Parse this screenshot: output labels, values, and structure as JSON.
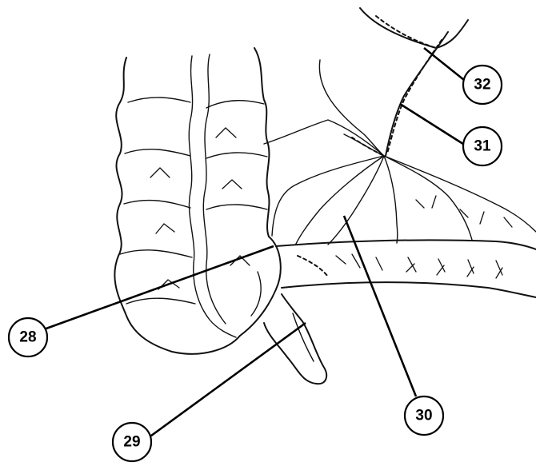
{
  "figure": {
    "callouts": [
      {
        "id": "28",
        "label": "28"
      },
      {
        "id": "29",
        "label": "29"
      },
      {
        "id": "30",
        "label": "30"
      },
      {
        "id": "31",
        "label": "31"
      },
      {
        "id": "32",
        "label": "32"
      }
    ]
  }
}
